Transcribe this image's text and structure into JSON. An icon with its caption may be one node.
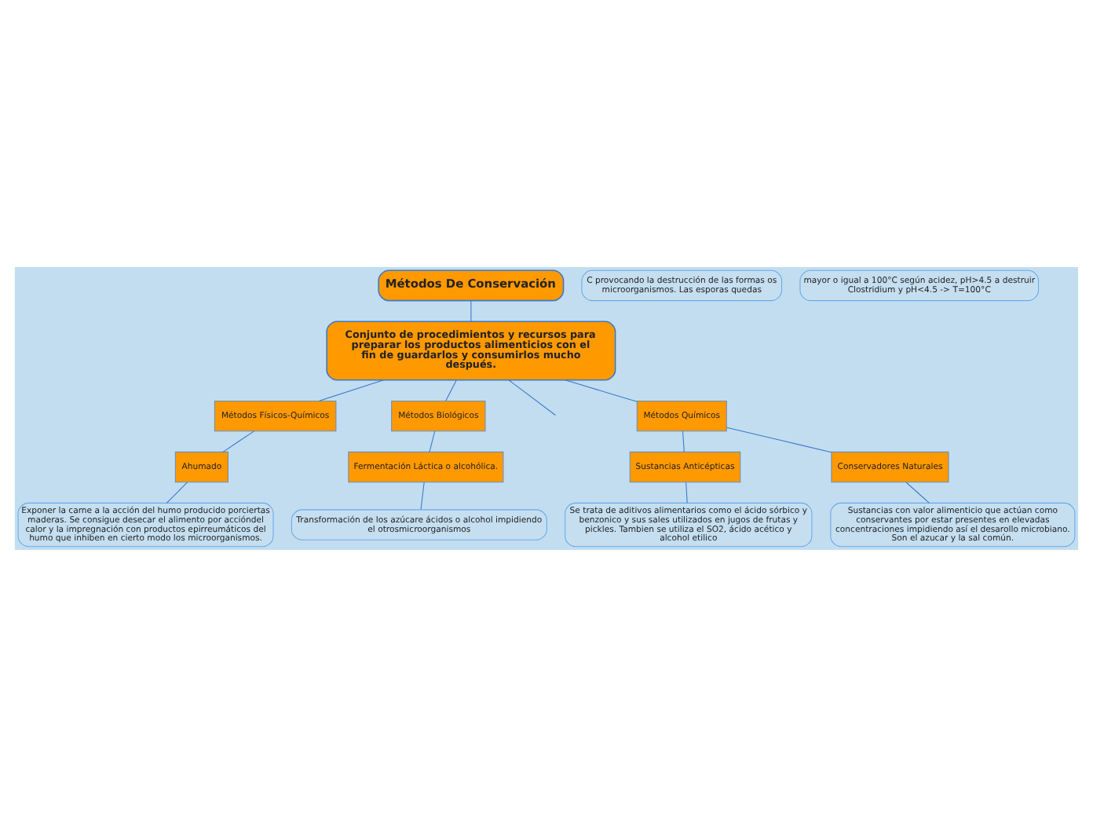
{
  "diagram": {
    "nodes": [
      {
        "text": [
          "Métodos De Conservación"
        ]
      },
      {
        "text": [
          "Conjunto de procedimientos y recursos para preparar los productos alimenticios con el fin de guardarlos y consumirlos mucho después."
        ]
      },
      {
        "text": [
          "Métodos Químicos"
        ]
      },
      {
        "text": [
          "Sustancias Anticépticas"
        ]
      },
      {
        "text": [
          "Se trata de aditivos alimentarios como el ácido sórbico y benzonico y sus sales utilizados en jugos de frutas y pickles. Tambien se utiliza el SO2, ácido acético y alcohol etilico"
        ]
      },
      {
        "text": [
          "Conservadores Naturales"
        ]
      },
      {
        "text": [
          "Sustancias con valor alimenticio que actúan como conservantes por estar presentes en elevadas concentraciones impidiendo así el desarollo microbiano. Son el azucar y la sal común."
        ]
      },
      {
        "text": [
          "Métodos Físicos-Químicos"
        ]
      },
      {
        "text": [
          "Ahumado"
        ]
      },
      {
        "text": [
          "Exponer la carne a la acción del humo producido porciertas maderas. Se consigue desecar el alimento por accióndel calor y la impregnación con productos epirreumáticos del humo que inhiben en cierto modo los microorganismos."
        ]
      },
      {
        "text": [
          "Métodos Biológicos"
        ]
      },
      {
        "text": [
          "Fermentación Láctica o alcohólica."
        ]
      },
      {
        "text": [
          "Transformación de los azúcare ácidos o alcohol impidiendo el otrosmicroorganismos"
        ]
      },
      {
        "text": [
          "C provocando la destrucción de las formas os microorganismos. Las esporas quedas"
        ]
      },
      {
        "text": [
          "mayor o igual a 100°C según acidez, pH>4.5 a destruir Clostridium y pH<4.5 -> T=100°C"
        ]
      }
    ],
    "edges": [
      {
        "from": 0,
        "to": 1,
        "arrow": "none"
      },
      {
        "from": 1,
        "to": null,
        "arrow": "none"
      },
      {
        "from": 1,
        "to": 2,
        "arrow": "none"
      },
      {
        "from": 2,
        "to": 3,
        "arrow": "none"
      },
      {
        "from": 3,
        "to": 4,
        "arrow": "none"
      },
      {
        "from": 2,
        "to": 5,
        "arrow": "none"
      },
      {
        "from": 5,
        "to": 6,
        "arrow": "none"
      },
      {
        "from": 1,
        "to": 7,
        "arrow": "none"
      },
      {
        "from": 7,
        "to": 8,
        "arrow": "none"
      },
      {
        "from": 8,
        "to": 9,
        "arrow": "none"
      },
      {
        "from": 1,
        "to": 10,
        "arrow": "none"
      },
      {
        "from": 10,
        "to": 11,
        "arrow": "none"
      },
      {
        "from": 11,
        "to": 12,
        "arrow": "none"
      }
    ]
  }
}
